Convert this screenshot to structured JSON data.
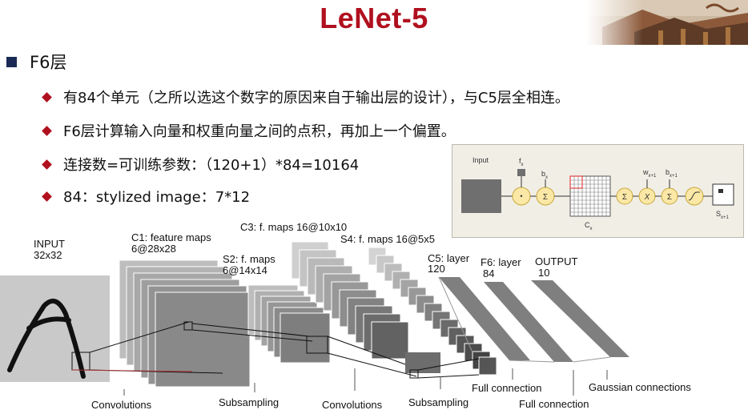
{
  "slide": {
    "title": "LeNet-5",
    "section": {
      "label": "F6层"
    },
    "bullets": [
      "有84个单元（之所以选这个数字的原因来自于输出层的设计），与C5层全相连。",
      "F6层计算输入向量和权重向量之间的点积，再加上一个偏置。",
      "连接数=可训练参数：（120+1）*84=10164",
      "84：stylized image：7*12"
    ]
  },
  "inset": {
    "input": "Input",
    "fx_main": "f",
    "fx_sub": "x",
    "bx_main": "b",
    "bx_sub": "x",
    "cx_main": "C",
    "cx_sub": "x",
    "w_main": "w",
    "w_sub": "x+1",
    "b2_main": "b",
    "b2_sub": "x+1",
    "s_main": "S",
    "s_sub": "x+1",
    "sum_symbol": "Σ",
    "times_symbol": "X"
  },
  "lenet": {
    "input_name": "INPUT",
    "input_size": "32x32",
    "c1_name": "C1: feature maps",
    "c1_size": "6@28x28",
    "s2_name": "S2: f. maps",
    "s2_size": "6@14x14",
    "c3_label": "C3: f. maps 16@10x10",
    "s4_label": "S4: f. maps 16@5x5",
    "c5_name": "C5: layer",
    "c5_size": "120",
    "f6_name": "F6: layer",
    "f6_size": "84",
    "out_name": "OUTPUT",
    "out_size": "10",
    "ops": {
      "conv1": "Convolutions",
      "sub1": "Subsampling",
      "conv2": "Convolutions",
      "sub2": "Subsampling",
      "full1": "Full connection",
      "full2": "Full connection",
      "gauss": "Gaussian connections"
    }
  },
  "colors": {
    "title": "#b0101e",
    "bullet_square": "#1a2a55",
    "bullet_diamond": "#b0101e",
    "inset_bg": "#f1eee6",
    "node_fill": "#fbe8a6",
    "node_stroke": "#c9a83c"
  }
}
